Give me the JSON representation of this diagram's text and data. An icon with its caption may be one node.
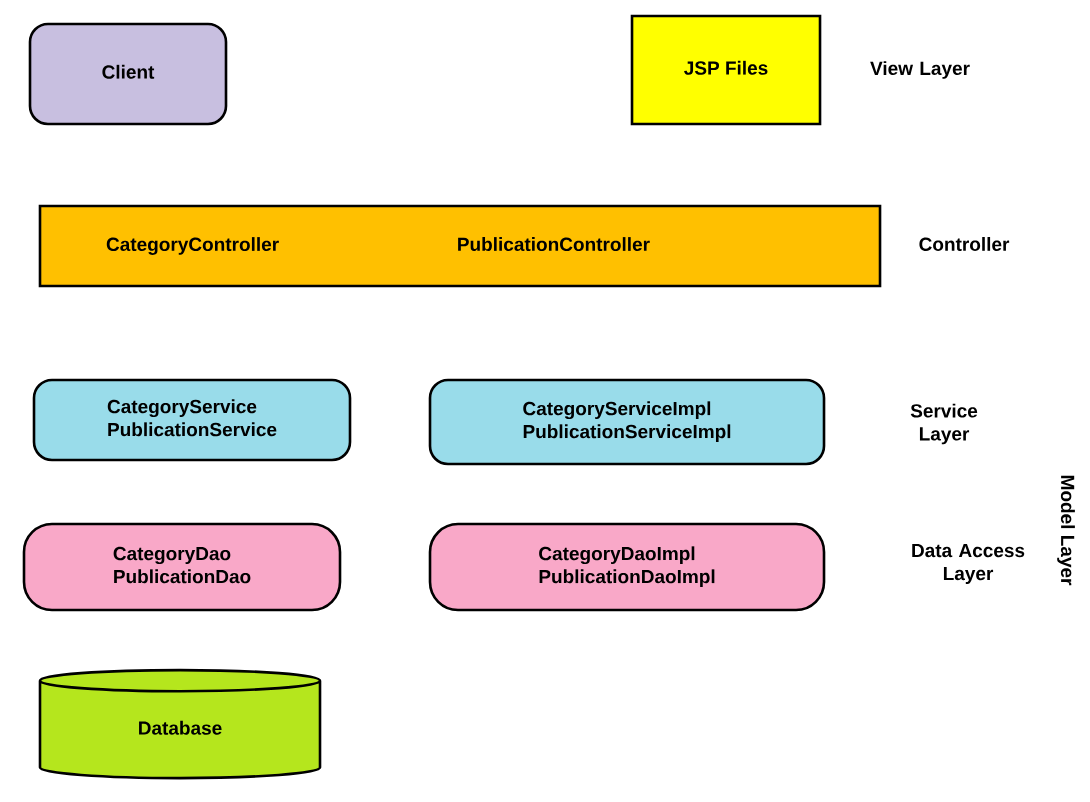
{
  "diagram": {
    "nodes": [
      {
        "text": [
          "Client"
        ]
      },
      {
        "text": [
          "JSP Files"
        ]
      },
      {
        "text": [
          "CategoryController",
          "PublicationController"
        ]
      },
      {
        "text": [
          "CategoryService",
          "PublicationService"
        ]
      },
      {
        "text": [
          "CategoryServiceImpl",
          "PublicationServiceImpl"
        ]
      },
      {
        "text": [
          "CategoryDao",
          "PublicationDao"
        ]
      },
      {
        "text": [
          "CategoryDaoImpl",
          "PublicationDaoImpl"
        ]
      },
      {
        "text": [
          "Database"
        ]
      }
    ],
    "labels": [
      "View Layer",
      "Controller",
      "Service Layer",
      "Data Access Layer",
      "Model Layer"
    ]
  }
}
